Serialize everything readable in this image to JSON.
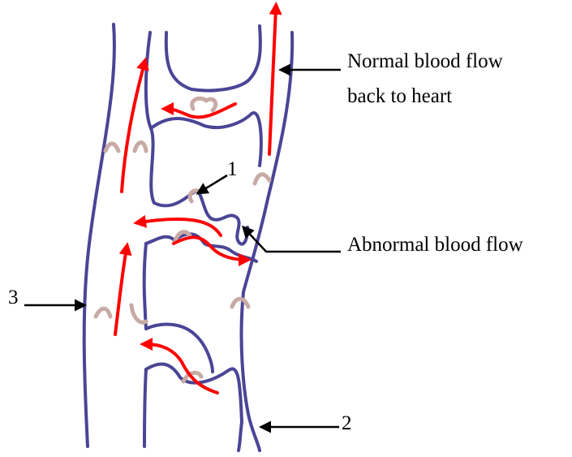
{
  "labels": {
    "normal_flow_line1": "Normal blood flow",
    "normal_flow_line2": "back to heart",
    "abnormal_flow": "Abnormal blood flow",
    "marker_1": "1",
    "marker_2": "2",
    "marker_3": "3"
  },
  "colors": {
    "vein_wall": "#4a4596",
    "blood_flow": "#ff0000",
    "valve": "#c8aaa5",
    "pointer": "#000000"
  }
}
